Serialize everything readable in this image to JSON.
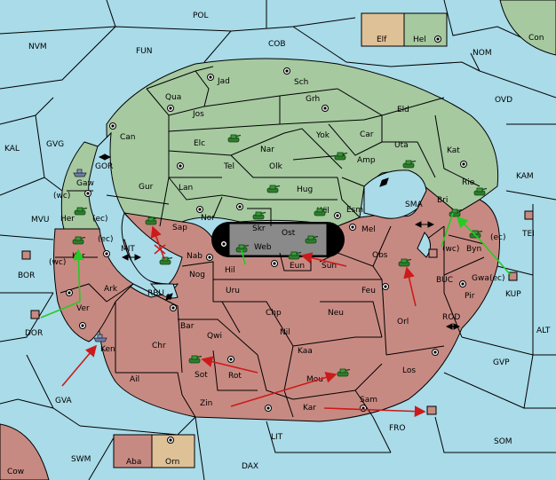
{
  "provinces": {
    "pol": "POL",
    "nvm": "NVM",
    "fun": "FUN",
    "cob": "COB",
    "nom": "NOM",
    "con": "Con",
    "elf": "Elf",
    "hel": "Hel",
    "ovd": "OVD",
    "kal": "KAL",
    "gvg": "GVG",
    "mvu": "MVU",
    "bor": "BOR",
    "dor": "DOR",
    "gva": "GVA",
    "swm": "SWM",
    "cow": "Cow",
    "aba": "Aba",
    "orn": "Orn",
    "dax": "DAX",
    "lit": "LIT",
    "fro": "FRO",
    "som": "SOM",
    "gvp": "GVP",
    "alt": "ALT",
    "kup": "KUP",
    "tei": "TEI",
    "kam": "KAM",
    "sma": "SMA",
    "buc": "BUC",
    "rod": "ROD",
    "mit": "MIT",
    "rbu": "RBU",
    "gor": "GOR",
    "jad": "Jad",
    "qua": "Qua",
    "sch": "Sch",
    "jos": "Jos",
    "grh": "Grh",
    "eld": "Eld",
    "can": "Can",
    "elc": "Elc",
    "yok": "Yok",
    "car": "Car",
    "uta": "Uta",
    "kat": "Kat",
    "nar": "Nar",
    "tel": "Tel",
    "olk": "Olk",
    "amp": "Amp",
    "gaw": "Gaw",
    "gur": "Gur",
    "lan": "Lan",
    "hug": "Hug",
    "rie": "Rie",
    "wil": "Wil",
    "esm": "Esm",
    "her": "Her",
    "nor": "Nor",
    "sap": "Sap",
    "skr": "Skr",
    "web": "Web",
    "ost": "Ost",
    "mel": "Mel",
    "bri": "Bri",
    "kor": "Kor",
    "nab": "Nab",
    "hil": "Hil",
    "eun": "Eun",
    "sun": "Sun",
    "obs": "Obs",
    "byn": "Byn",
    "nog": "Nog",
    "ark": "Ark",
    "gwa": "Gwa",
    "uru": "Uru",
    "feu": "Feu",
    "pir": "Pir",
    "ver": "Ver",
    "chp": "Chp",
    "neu": "Neu",
    "orl": "Orl",
    "bar": "Bar",
    "qwi": "Qwi",
    "nil": "Nil",
    "ken": "Ken",
    "chr": "Chr",
    "kaa": "Kaa",
    "los": "Los",
    "sot": "Sot",
    "rot": "Rot",
    "ail": "Ail",
    "mou": "Mou",
    "zin": "Zin",
    "kar": "Kar",
    "sam": "Sam"
  },
  "coast_labels": {
    "wc": "(wc)",
    "ec": "(ec)"
  },
  "colors": {
    "sea": "#a9dbe9",
    "green": "#a6c9a0",
    "red": "#c78a82",
    "tan": "#dfc197",
    "grey": "#8a8a8a",
    "order_red": "#cc1a1a",
    "order_green": "#22cc22"
  },
  "icons": [
    "army-icon",
    "fleet-icon",
    "supply-center-icon",
    "convoy-arrow-icon"
  ]
}
